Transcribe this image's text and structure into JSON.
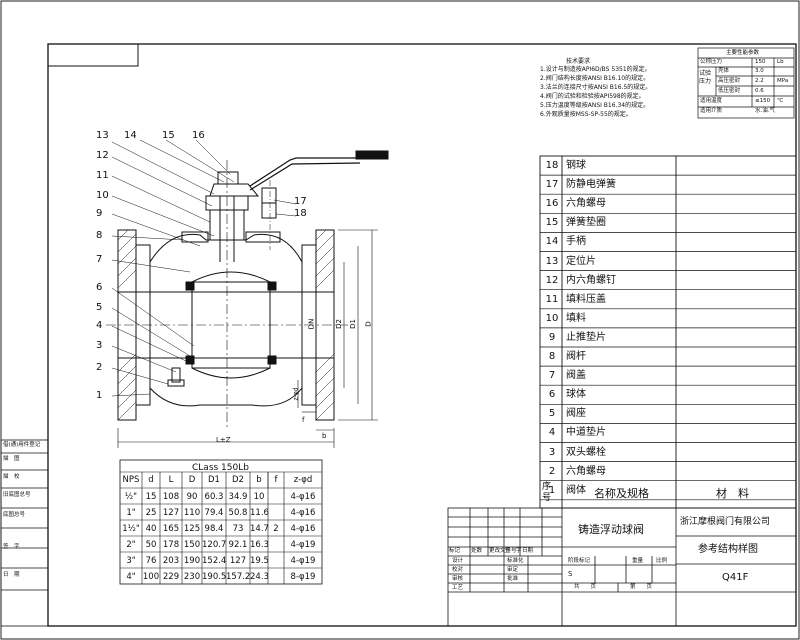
{
  "tech_requirements": {
    "title": "技术要求",
    "lines": [
      "1.设计与制造按API6D/BS 5351的规定。",
      "2.阀门结构长度按ANSI B16.10的规定。",
      "3.法兰的连接尺寸按ANSI B16.5的规定。",
      "4.阀门的试验和检验按API598的规定。",
      "5.压力温度等级按ANSI B16.34的规定。",
      "6.外观质量按MSS-SP-55的规定。"
    ]
  },
  "spec_table": {
    "title": "主要性能参数",
    "rows": [
      {
        "label": "公称压力",
        "value": "150",
        "unit": "Lb"
      },
      {
        "label": "壳体",
        "value": "3.0",
        "unit": ""
      },
      {
        "label": "高压密封",
        "value": "2.2",
        "unit": "MPa"
      },
      {
        "label": "低压密封",
        "value": "0.6",
        "unit": ""
      },
      {
        "label": "适用温度",
        "value": "≤150",
        "unit": "℃"
      },
      {
        "label": "适用介质",
        "value": "水.油.气",
        "unit": ""
      }
    ],
    "group_label": "试验压力"
  },
  "balloon_numbers": [
    "13",
    "14",
    "15",
    "16",
    "12",
    "11",
    "10",
    "9",
    "8",
    "7",
    "6",
    "5",
    "4",
    "3",
    "2",
    "1",
    "17",
    "18"
  ],
  "dimension_labels": {
    "l": "L±Z",
    "dn": "DN",
    "d1": "D1",
    "d2": "D2",
    "d": "D",
    "zd": "z-φd",
    "b": "b",
    "f": "f"
  },
  "parts_list": {
    "rows": [
      {
        "no": "18",
        "name": "钢球"
      },
      {
        "no": "17",
        "name": "防静电弹簧"
      },
      {
        "no": "16",
        "name": "六角螺母"
      },
      {
        "no": "15",
        "name": "弹簧垫圈"
      },
      {
        "no": "14",
        "name": "手柄"
      },
      {
        "no": "13",
        "name": "定位片"
      },
      {
        "no": "12",
        "name": "内六角螺钉"
      },
      {
        "no": "11",
        "name": "填料压盖"
      },
      {
        "no": "10",
        "name": "填料"
      },
      {
        "no": "9",
        "name": "止推垫片"
      },
      {
        "no": "8",
        "name": "阀杆"
      },
      {
        "no": "7",
        "name": "阀盖"
      },
      {
        "no": "6",
        "name": "球体"
      },
      {
        "no": "5",
        "name": "阀座"
      },
      {
        "no": "4",
        "name": "中道垫片"
      },
      {
        "no": "3",
        "name": "双头螺栓"
      },
      {
        "no": "2",
        "name": "六角螺母"
      },
      {
        "no": "1",
        "name": "阀体"
      }
    ],
    "header_no": "序号",
    "header_name": "名称及规格",
    "header_material": "材　料"
  },
  "dimension_table": {
    "title": "CLass 150Lb",
    "columns": [
      "NPS",
      "d",
      "L",
      "D",
      "D1",
      "D2",
      "b",
      "f",
      "z-φd"
    ],
    "rows": [
      [
        "½\"",
        "15",
        "108",
        "90",
        "60.3",
        "34.9",
        "10",
        "",
        "4-φ16"
      ],
      [
        "1\"",
        "25",
        "127",
        "110",
        "79.4",
        "50.8",
        "11.6",
        "",
        "4-φ16"
      ],
      [
        "1½\"",
        "40",
        "165",
        "125",
        "98.4",
        "73",
        "14.7",
        "2",
        "4-φ16"
      ],
      [
        "2\"",
        "50",
        "178",
        "150",
        "120.7",
        "92.1",
        "16.3",
        "",
        "4-φ19"
      ],
      [
        "3\"",
        "76",
        "203",
        "190",
        "152.4",
        "127",
        "19.5",
        "",
        "4-φ19"
      ],
      [
        "4\"",
        "100",
        "229",
        "230",
        "190.5",
        "157.2",
        "24.3",
        "",
        "8-φ19"
      ]
    ],
    "f_value": "2"
  },
  "title_block": {
    "product_name": "铸造浮动球阀",
    "company": "浙江摩根阀门有限公司",
    "drawing_title": "参考结构样图",
    "model": "Q41F",
    "stage_label": "阶段标记",
    "weight_label": "重量",
    "scale_label": "比例",
    "sheet_total": "共　　页",
    "sheet_no": "第　　页",
    "s_mark": "S",
    "change_header": [
      "标记",
      "处数",
      "更改文件号",
      "签　字",
      "日期"
    ],
    "sign_rows": [
      "设计",
      "校对",
      "审核",
      "工艺"
    ],
    "sign_rows2": [
      "标准化",
      "审定",
      "批准",
      ""
    ]
  },
  "left_strip": {
    "items": [
      "借(通)用件登记",
      "描　图",
      "描　校",
      "旧底图总号",
      "底图总号",
      "签　字",
      "日　期"
    ]
  }
}
